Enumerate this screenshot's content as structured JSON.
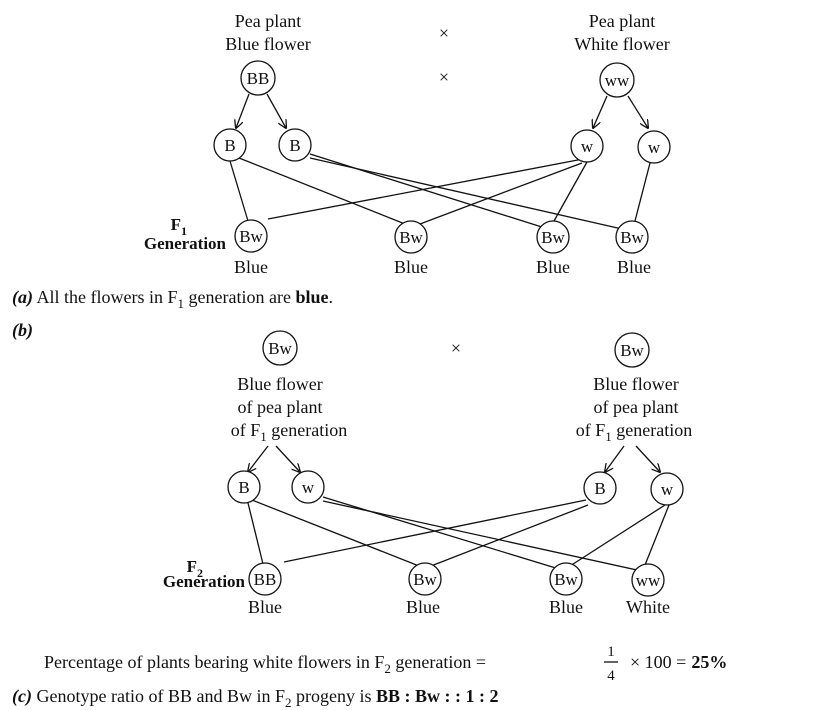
{
  "part_a": {
    "parent_left": {
      "line1": "Pea plant",
      "line2": "Blue flower",
      "genotype": "BB"
    },
    "parent_right": {
      "line1": "Pea plant",
      "line2": "White flower",
      "genotype": "ww"
    },
    "cross_symbol": "×",
    "gametes_left": [
      "B",
      "B"
    ],
    "gametes_right": [
      "w",
      "w"
    ],
    "generation_label": {
      "prefix": "F",
      "sub": "1",
      "word": "Generation"
    },
    "offspring": [
      {
        "genotype": "Bw",
        "phenotype": "Blue"
      },
      {
        "genotype": "Bw",
        "phenotype": "Blue"
      },
      {
        "genotype": "Bw",
        "phenotype": "Blue"
      },
      {
        "genotype": "Bw",
        "phenotype": "Blue"
      }
    ],
    "answer": {
      "marker": "(a)",
      "text_before": " All the flowers in F",
      "sub": "1",
      "text_mid": " generation are ",
      "bold": "blue",
      "end": "."
    }
  },
  "part_b": {
    "marker": "(b)",
    "parent_left": {
      "genotype": "Bw",
      "line1": "Blue flower",
      "line2": "of pea plant",
      "line3_prefix": "of F",
      "line3_sub": "1",
      "line3_suffix": " generation"
    },
    "parent_right": {
      "genotype": "Bw",
      "line1": "Blue flower",
      "line2": "of pea plant",
      "line3_prefix": "of F",
      "line3_sub": "1",
      "line3_suffix": " generation"
    },
    "cross_symbol": "×",
    "gametes_left": [
      "B",
      "w"
    ],
    "gametes_right": [
      "B",
      "w"
    ],
    "generation_label": {
      "prefix": "F",
      "sub": "2",
      "word": "Generation"
    },
    "offspring": [
      {
        "genotype": "BB",
        "phenotype": "Blue"
      },
      {
        "genotype": "Bw",
        "phenotype": "Blue"
      },
      {
        "genotype": "Bw",
        "phenotype": "Blue"
      },
      {
        "genotype": "ww",
        "phenotype": "White"
      }
    ],
    "percentage": {
      "text_before": "Percentage of plants bearing white flowers in F",
      "sub": "2",
      "text_mid": " generation = ",
      "numerator": "1",
      "denominator": "4",
      "times": "× 100 =",
      "result": "25%"
    }
  },
  "part_c": {
    "marker": "(c)",
    "text_before": " Genotype ratio of BB and Bw in F",
    "sub": "2",
    "text_mid": " progeny is ",
    "bold": "BB : Bw : : 1 : 2"
  }
}
